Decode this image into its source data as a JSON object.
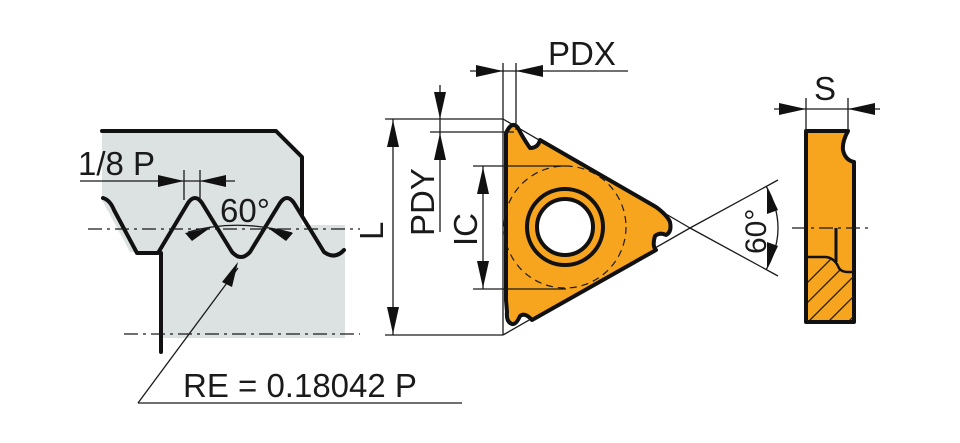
{
  "colors": {
    "insert_orange": "#F7A51E",
    "workpiece_grey": "#DCE1E1",
    "line": "#111111",
    "background": "#FFFFFF"
  },
  "thread_profile": {
    "pitch_fraction_label": "1/8 P",
    "angle_label": "60°",
    "radius_formula": "RE = 0.18042 P"
  },
  "insert_top_view": {
    "dim_pdx": "PDX",
    "dim_pdy": "PDY",
    "dim_l": "L",
    "dim_ic": "IC",
    "included_angle": "60°"
  },
  "insert_side_view": {
    "dim_s": "S"
  }
}
